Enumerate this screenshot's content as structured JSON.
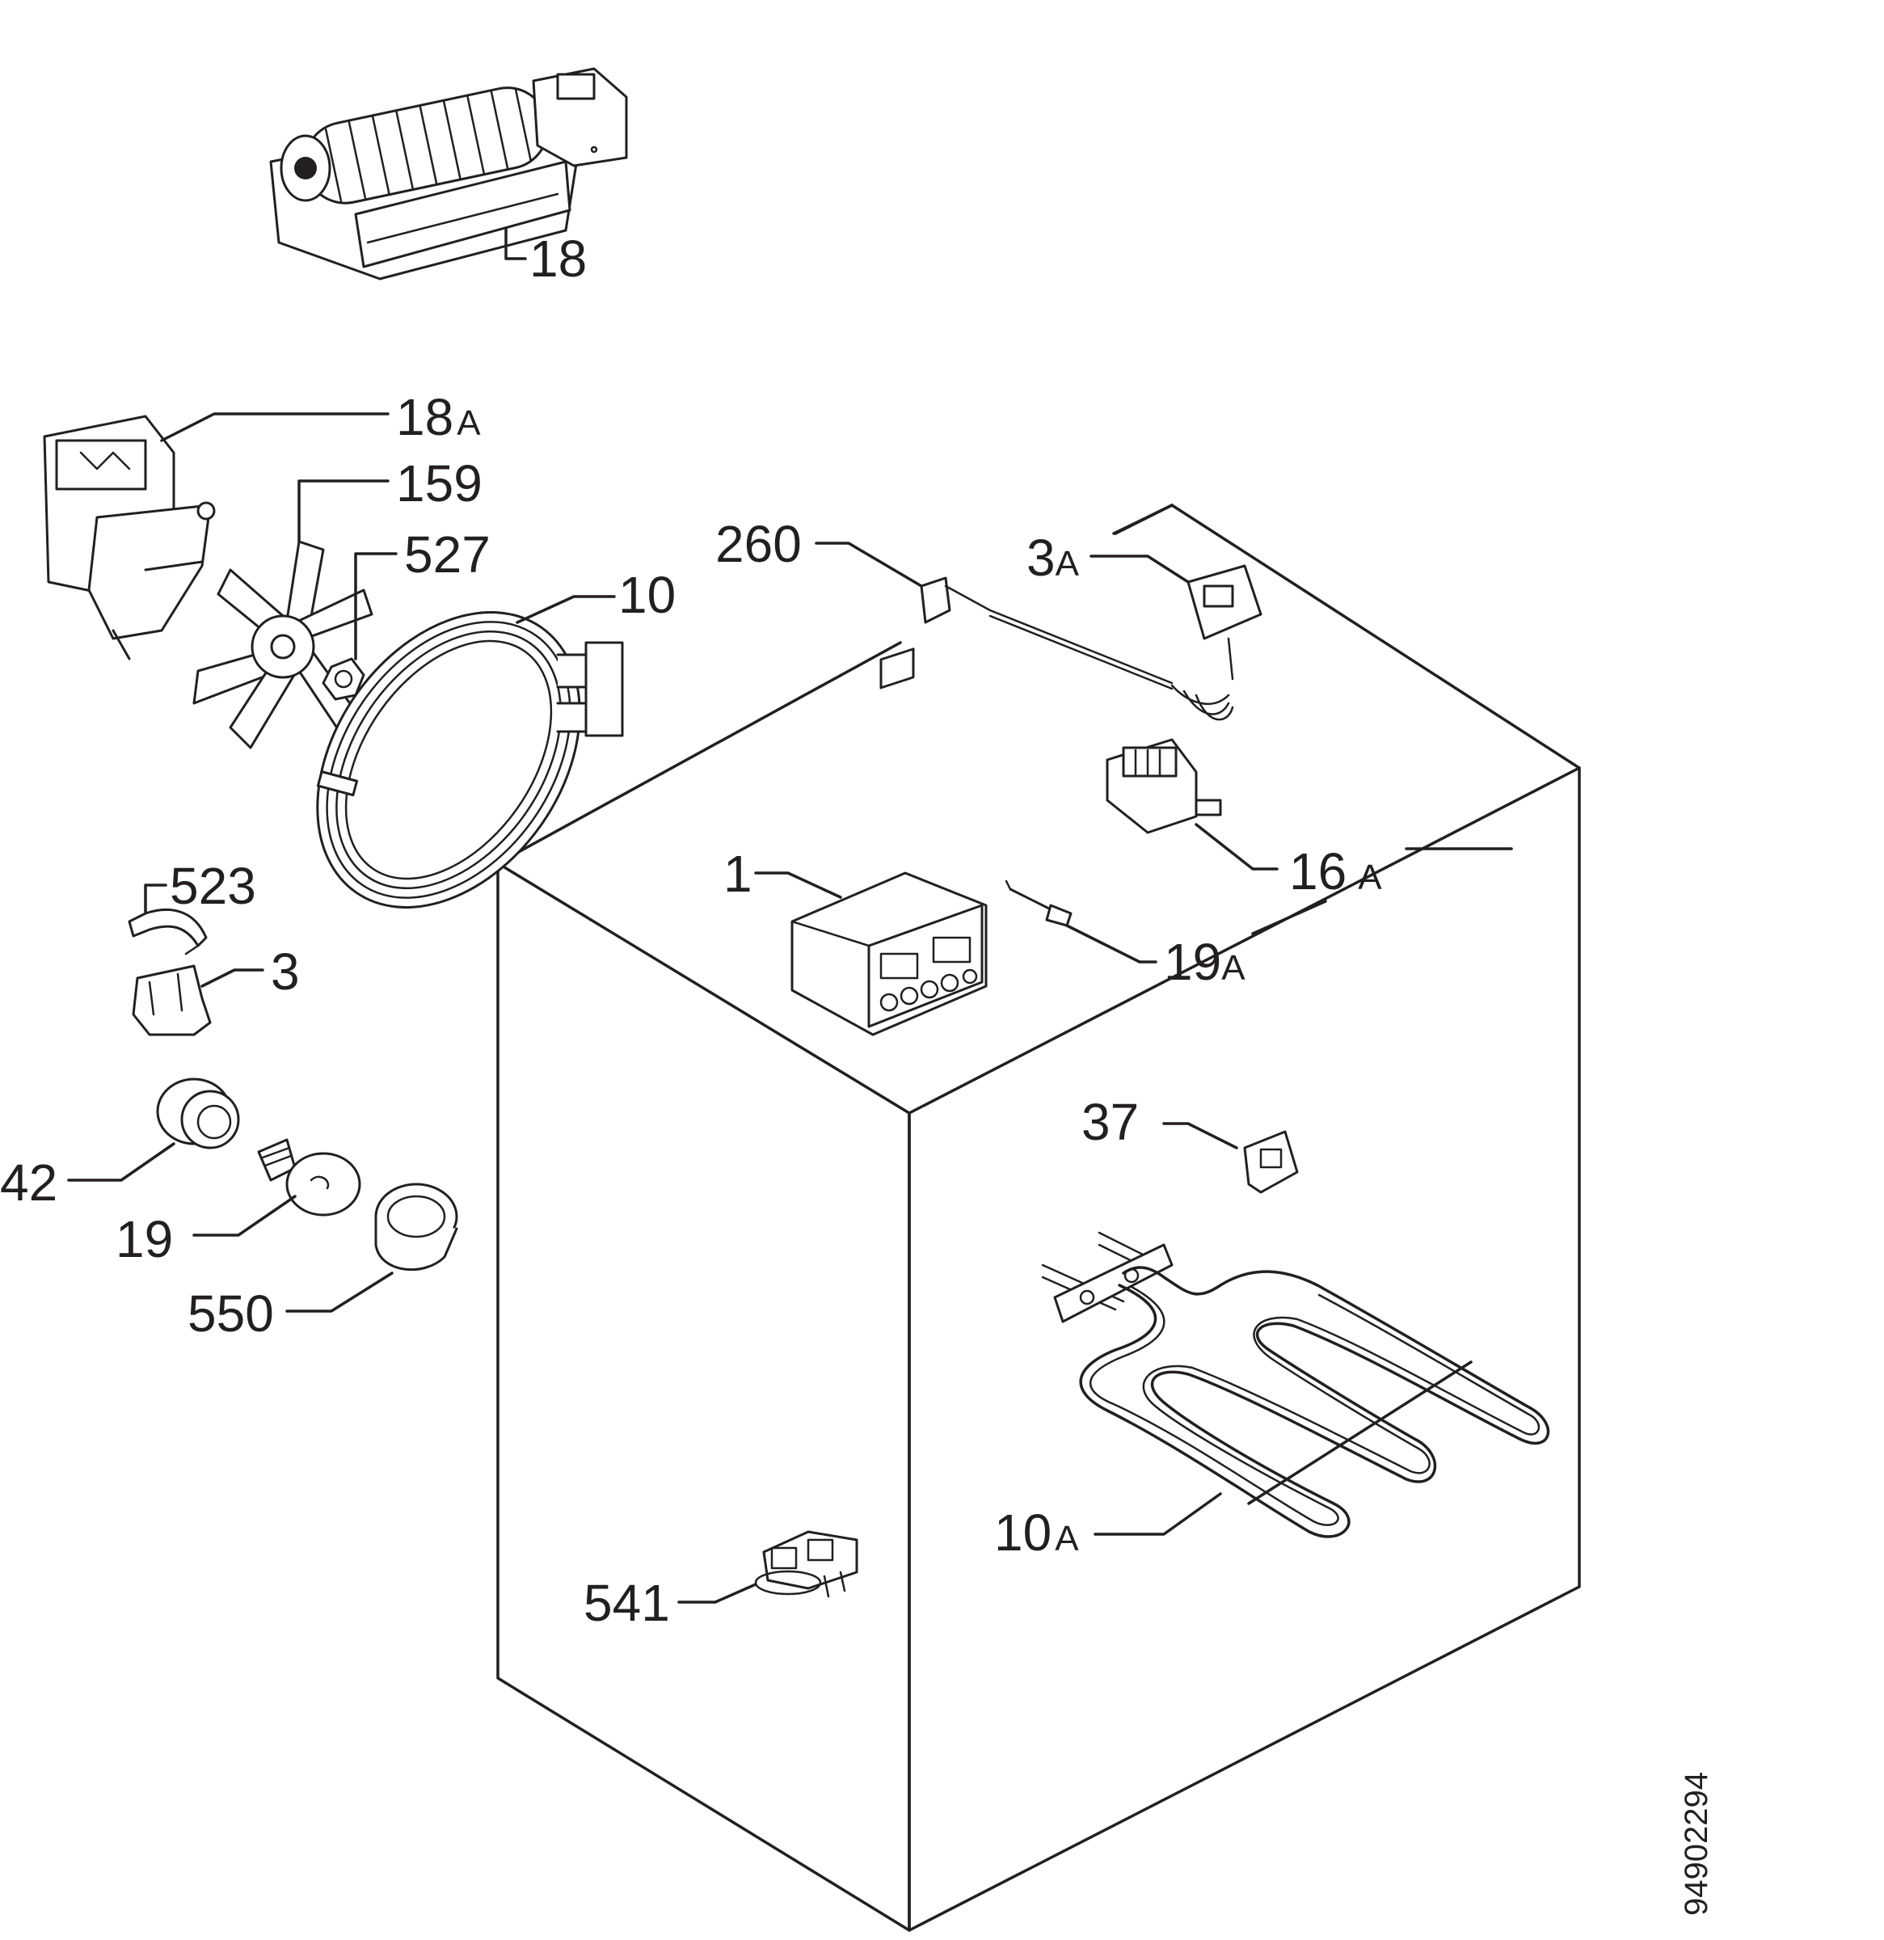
{
  "diagram": {
    "document_id": "94902294",
    "callouts": [
      {
        "id": "c18",
        "number": "18",
        "suffix": ""
      },
      {
        "id": "c18a",
        "number": "18",
        "suffix": "A"
      },
      {
        "id": "c159",
        "number": "159",
        "suffix": ""
      },
      {
        "id": "c527",
        "number": "527",
        "suffix": ""
      },
      {
        "id": "c10",
        "number": "10",
        "suffix": ""
      },
      {
        "id": "c260",
        "number": "260",
        "suffix": ""
      },
      {
        "id": "c3a",
        "number": "3",
        "suffix": "A"
      },
      {
        "id": "c16a",
        "number": "16",
        "suffix": "A"
      },
      {
        "id": "c1",
        "number": "1",
        "suffix": ""
      },
      {
        "id": "c19a",
        "number": "19",
        "suffix": "A"
      },
      {
        "id": "c523",
        "number": "523",
        "suffix": ""
      },
      {
        "id": "c3",
        "number": "3",
        "suffix": ""
      },
      {
        "id": "c42",
        "number": "42",
        "suffix": ""
      },
      {
        "id": "c19",
        "number": "19",
        "suffix": ""
      },
      {
        "id": "c550",
        "number": "550",
        "suffix": ""
      },
      {
        "id": "c37",
        "number": "37",
        "suffix": ""
      },
      {
        "id": "c10a",
        "number": "10",
        "suffix": "A"
      },
      {
        "id": "c541",
        "number": "541",
        "suffix": ""
      }
    ]
  }
}
